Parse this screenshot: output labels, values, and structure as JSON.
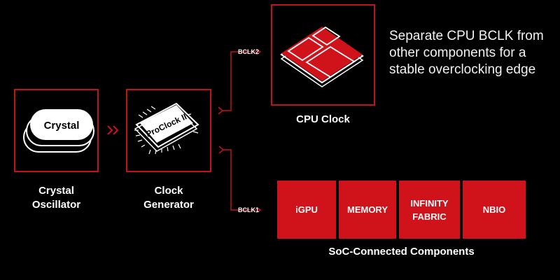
{
  "nodes": {
    "crystal": {
      "chip_text": "Crystal",
      "label_line1": "Crystal",
      "label_line2": "Oscillator"
    },
    "clockgen": {
      "chip_text": "ProClock II",
      "label_line1": "Clock",
      "label_line2": "Generator"
    },
    "cpu": {
      "label": "CPU Clock"
    }
  },
  "signals": {
    "bclk2": "BCLK2",
    "bclk1": "BCLK1"
  },
  "tagline": {
    "line1": "Separate CPU BCLK from",
    "line2": "other components for a",
    "line3": "stable overclocking edge"
  },
  "soc": {
    "title": "SoC-Connected Components",
    "components": [
      {
        "line1": "iGPU",
        "line2": ""
      },
      {
        "line1": "MEMORY",
        "line2": ""
      },
      {
        "line1": "INFINITY",
        "line2": "FABRIC"
      },
      {
        "line1": "NBIO",
        "line2": ""
      }
    ]
  },
  "colors": {
    "accent": "#d0121b",
    "background": "#000000",
    "text": "#ffffff"
  },
  "icons": [
    "crystal-oscillator-icon",
    "clock-generator-chip-icon",
    "cpu-package-icon"
  ]
}
